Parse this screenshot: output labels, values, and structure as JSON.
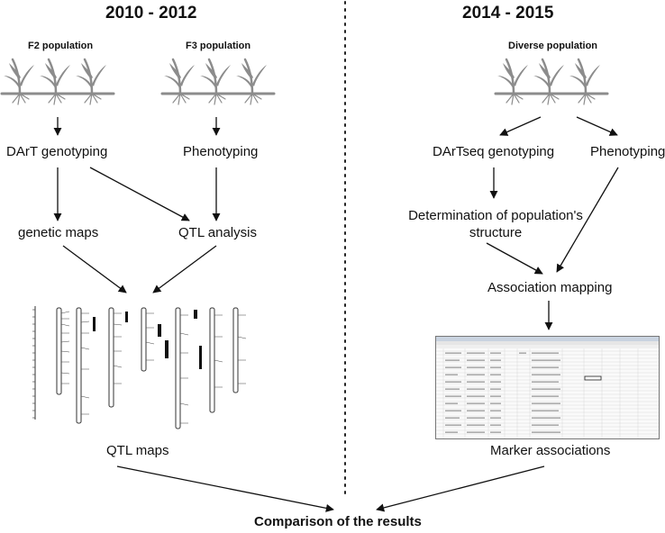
{
  "periods": {
    "left": "2010 - 2012",
    "right": "2014 - 2015"
  },
  "populations": {
    "f2": "F2 population",
    "f3": "F3 population",
    "diverse": "Diverse population"
  },
  "steps": {
    "dart_genotyping": "DArT genotyping",
    "phenotyping_left": "Phenotyping",
    "genetic_maps": "genetic maps",
    "qtl_analysis": "QTL analysis",
    "qtl_maps": "QTL maps",
    "dartseq_genotyping": "DArTseq genotyping",
    "phenotyping_right": "Phenotyping",
    "population_structure": "Determination of population's structure",
    "association_mapping": "Association mapping",
    "marker_associations": "Marker associations",
    "comparison": "Comparison of the results"
  },
  "icons": {
    "plants": "cereal-plants-icon",
    "qtl_maps": "chromosome-map-figure",
    "spreadsheet": "spreadsheet-figure"
  },
  "colors": {
    "plant": "#8c8c8c",
    "arrow": "#111111",
    "divider": "#222222"
  }
}
